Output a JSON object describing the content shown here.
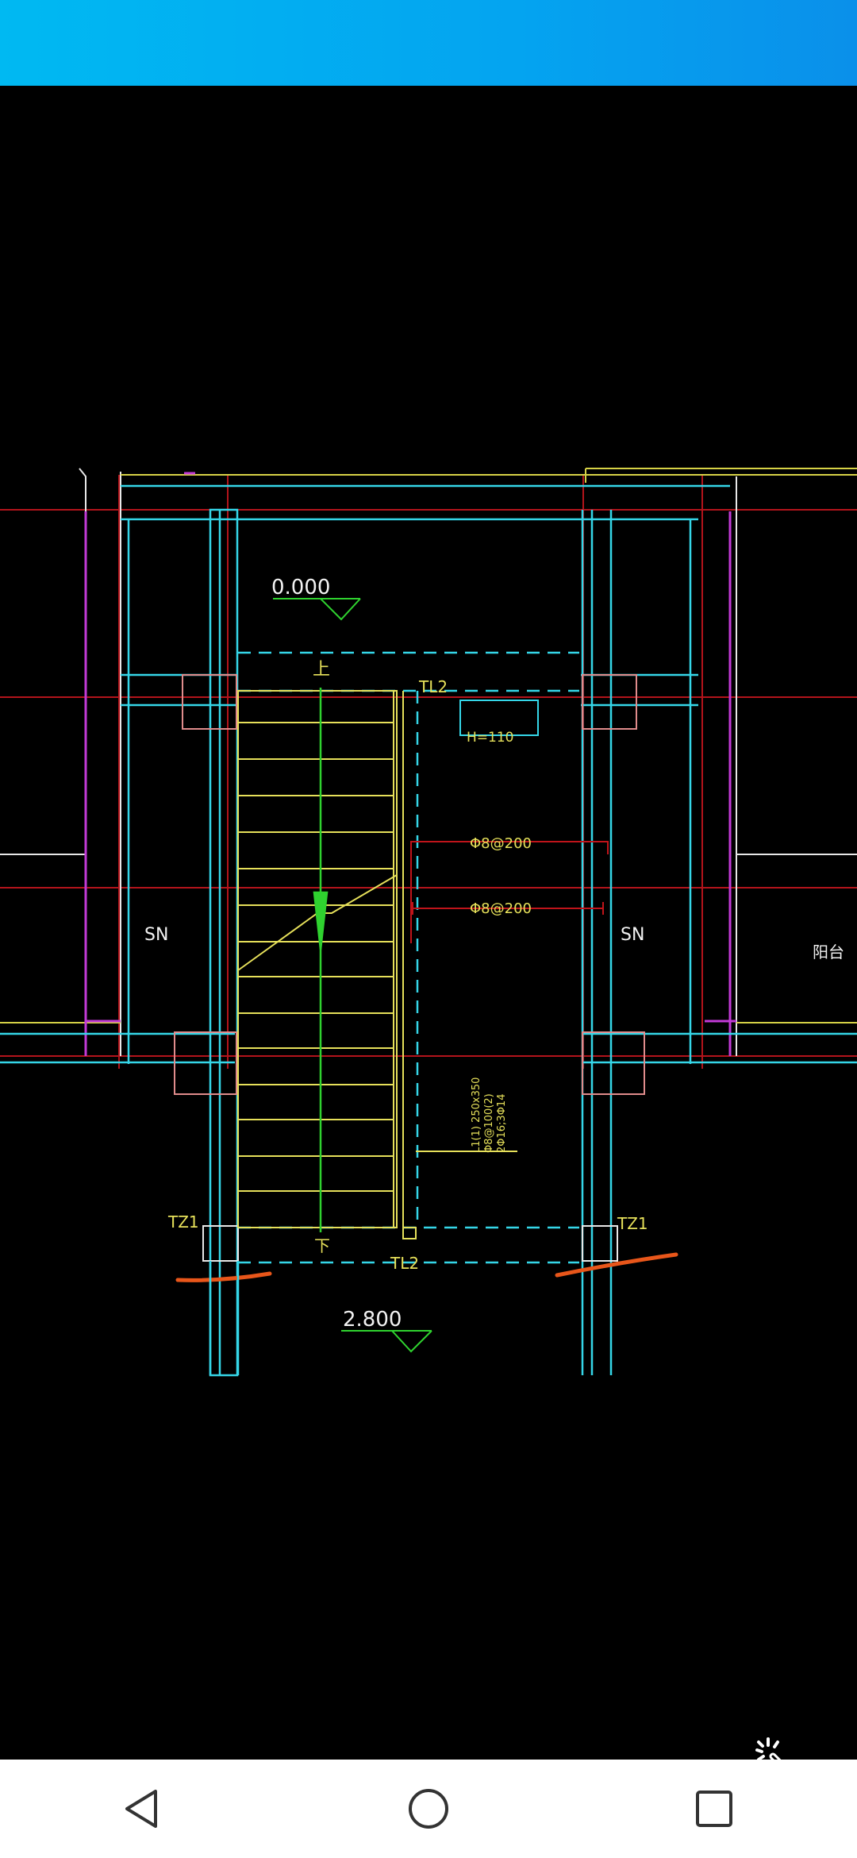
{
  "drawing": {
    "level_top": "0.000",
    "level_bottom": "2.800",
    "up_label": "上",
    "down_label": "下",
    "beam_tl2_top": "TL2",
    "beam_tl2_bottom": "TL2",
    "slab_thickness": "H=110",
    "rebar_1": "Φ8@200",
    "rebar_2": "Φ8@200",
    "beam_note_line1": "L1(1) 250x350",
    "beam_note_line2": "Φ8@100(2)",
    "beam_note_line3": "2Φ16;3Φ14",
    "room_left": "SN",
    "room_right": "SN",
    "room_far_right": "阳台",
    "column_left": "TZ1",
    "column_right": "TZ1"
  },
  "icons": {
    "enhance": "magic-wand-icon",
    "back": "back-triangle-icon",
    "home": "home-circle-icon",
    "recents": "recents-square-icon"
  },
  "colors": {
    "status_bar": "#00b9f2",
    "cad_cyan": "#35d6e8",
    "cad_yellow": "#e6e05a",
    "cad_red": "#c0141a",
    "cad_green": "#2fd22f",
    "cad_magenta": "#c23ad6"
  }
}
